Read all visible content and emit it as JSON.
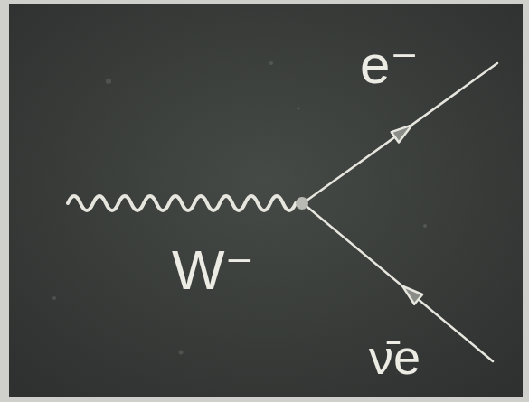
{
  "diagram": {
    "labels": [
      "e⁻",
      "W⁻",
      "ν̄e"
    ]
  }
}
